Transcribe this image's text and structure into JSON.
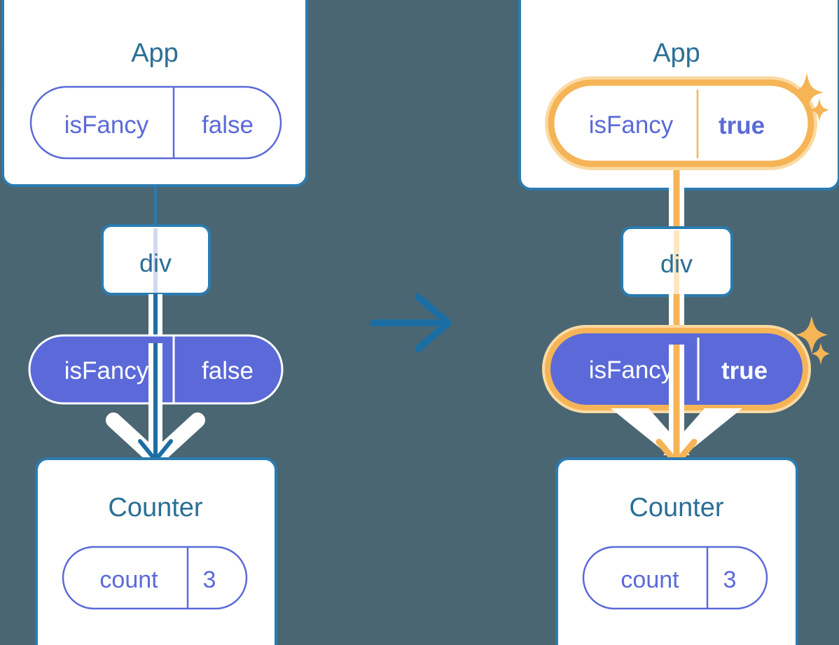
{
  "diagram": {
    "title": "React state update propagation diagram",
    "type": "before-after-tree",
    "background_color": "#4a6672",
    "colors": {
      "box_border": "#2b7bb0",
      "box_fill": "#ffffff",
      "title_text": "#2b6f96",
      "pill_stroke": "#5b6ad8",
      "pill_text": "#5b6ad8",
      "pill_fill_active": "#5b6ad8",
      "pill_text_active": "#ffffff",
      "highlight": "#f5b456",
      "highlight_soft": "#fbdaa2",
      "arrow_blue": "#1b6ea3",
      "arrow_white": "#ffffff",
      "line_lavender": "#d3d9f2",
      "line_cream": "#fbe6c4"
    },
    "transition_arrow": {
      "icon": "arrow-right-icon",
      "color": "#1b6ea3"
    },
    "panels": [
      {
        "id": "before",
        "side": "left",
        "app": {
          "title": "App",
          "state_pill": {
            "key": "isFancy",
            "value": "false",
            "style": "outline",
            "highlighted": false,
            "bold_value": false,
            "sparkles": false
          }
        },
        "div": {
          "label": "div"
        },
        "prop_pill": {
          "key": "isFancy",
          "value": "false",
          "style": "filled",
          "highlighted": false,
          "bold_value": false,
          "sparkles": false
        },
        "counter": {
          "title": "Counter",
          "state_pill": {
            "key": "count",
            "value": "3",
            "style": "outline",
            "highlighted": false,
            "bold_value": false,
            "sparkles": false
          }
        },
        "flow_color": "#1b6ea3"
      },
      {
        "id": "after",
        "side": "right",
        "app": {
          "title": "App",
          "state_pill": {
            "key": "isFancy",
            "value": "true",
            "style": "outline",
            "highlighted": true,
            "bold_value": true,
            "sparkles": true
          }
        },
        "div": {
          "label": "div"
        },
        "prop_pill": {
          "key": "isFancy",
          "value": "true",
          "style": "filled",
          "highlighted": true,
          "bold_value": true,
          "sparkles": true
        },
        "counter": {
          "title": "Counter",
          "state_pill": {
            "key": "count",
            "value": "3",
            "style": "outline",
            "highlighted": false,
            "bold_value": false,
            "sparkles": false
          }
        },
        "flow_color": "#f5b456"
      }
    ]
  }
}
